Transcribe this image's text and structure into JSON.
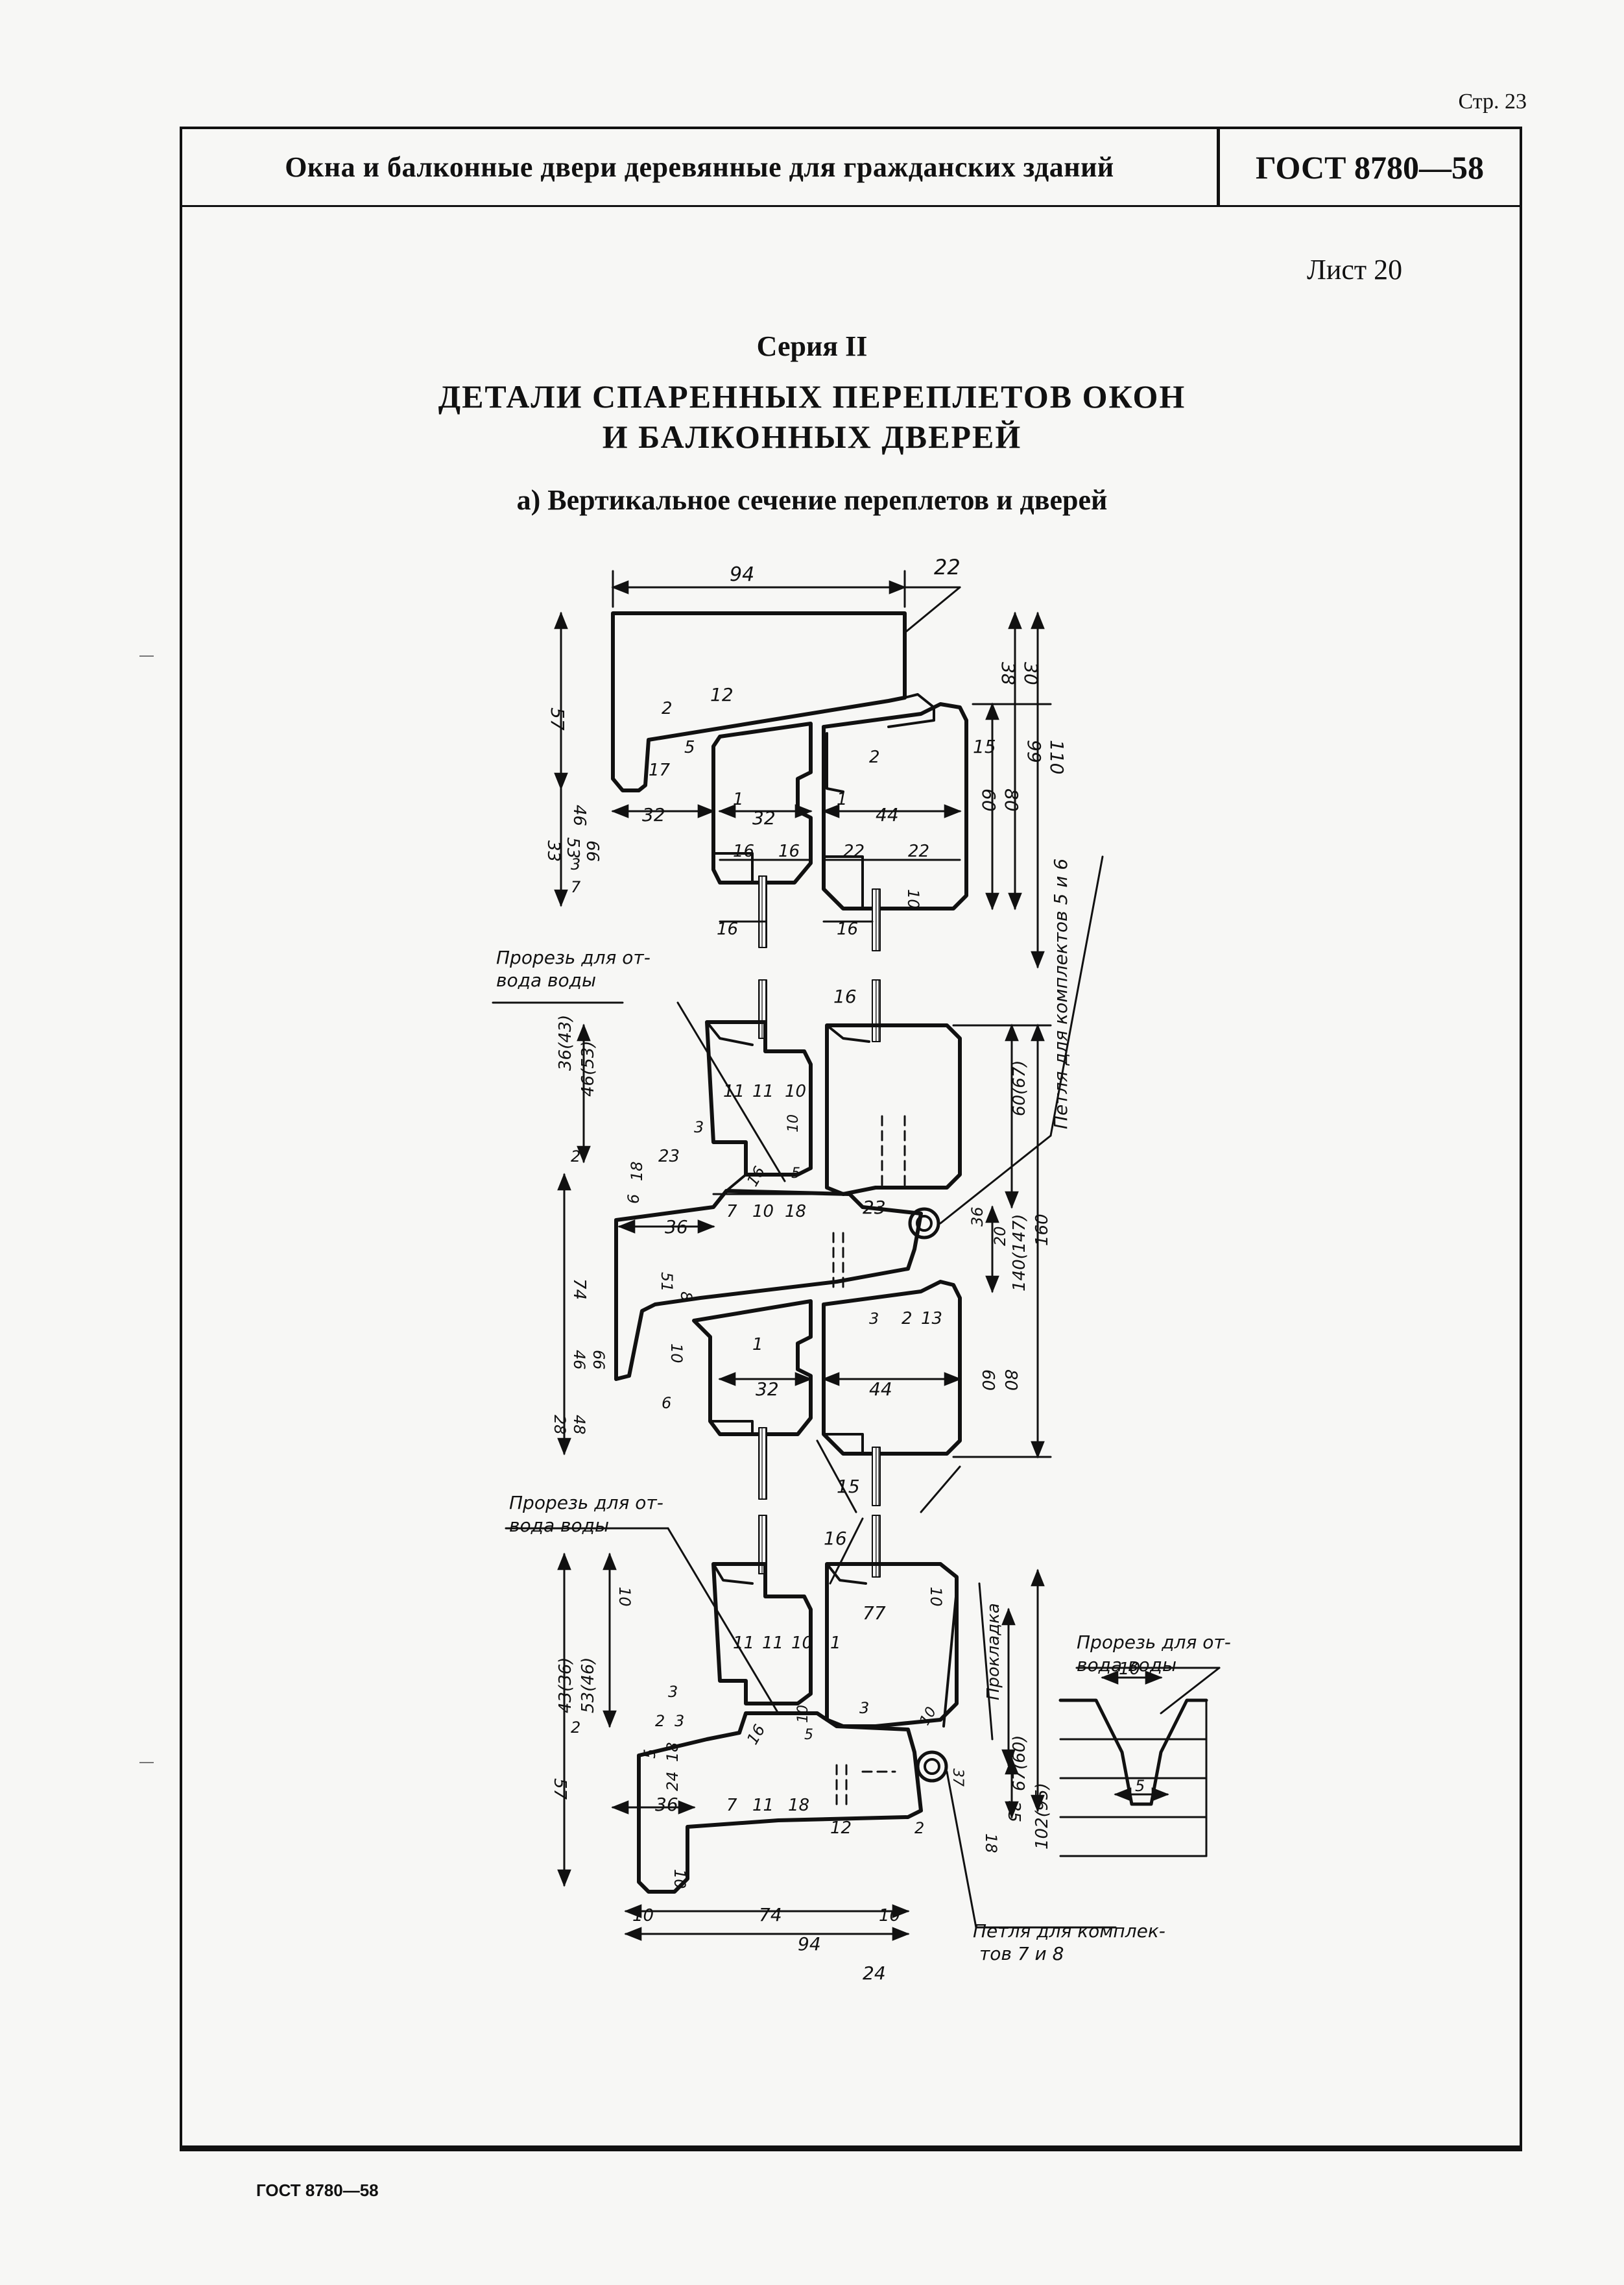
{
  "page": {
    "page_number": "Стр. 23",
    "header_title": "Окна и балконные двери деревянные для гражданских зданий",
    "header_code": "ГОСТ 8780—58",
    "sheet": "Лист 20",
    "series": "Серия II",
    "title_line1": "ДЕТАЛИ СПАРЕННЫХ ПЕРЕПЛЕТОВ ОКОН",
    "title_line2": "И БАЛКОННЫХ ДВЕРЕЙ",
    "subtitle": "а) Вертикальное сечение переплетов и дверей",
    "footer": "ГОСТ 8780—58"
  },
  "drawing": {
    "notes": {
      "water_slot_1_a": "Прорезь для от-",
      "water_slot_1_b": "вода воды",
      "water_slot_2_a": "Прорезь для от-",
      "water_slot_2_b": "вода воды",
      "water_slot_3_a": "Прорезь для от-",
      "water_slot_3_b": "вода воды",
      "hinge_1": "Петля для комплектов 5 и 6",
      "hinge_2_a": "Петля для комплек-",
      "hinge_2_b": "тов 7 и 8",
      "gasket": "Прокладка"
    },
    "dims_top": {
      "d94": "94",
      "d22": "22",
      "d38": "38",
      "d30": "30",
      "d57": "57",
      "d12": "12",
      "d2a": "2",
      "d5": "5",
      "d17": "17",
      "d2b": "2",
      "d15": "15",
      "d1a": "1",
      "d1b": "1",
      "d60": "60",
      "d80": "80",
      "d99": "99",
      "d110": "110",
      "d32a": "32",
      "d32b": "32",
      "d44": "44",
      "d46": "46",
      "d53": "53",
      "d66": "66",
      "d33": "33",
      "d16a": "16",
      "d16b": "16",
      "d22a": "22",
      "d22b": "22",
      "d3": "3",
      "d7": "7",
      "d16c": "16",
      "d16d": "16",
      "d10": "10"
    },
    "dims_mid": {
      "d16": "16",
      "d36_43": "36(43)",
      "d46_53": "46(53)",
      "d11a": "11",
      "d11b": "11",
      "d10a": "10",
      "d60_67": "60(67)",
      "d2": "2",
      "d3": "3",
      "d10v": "10",
      "d16v": "16",
      "d5v": "5",
      "d6": "6",
      "d18": "18",
      "d23a": "23",
      "d7": "7",
      "d10b": "10",
      "d18b": "18",
      "d23b": "23",
      "d36a": "36",
      "d36b": "36",
      "d20": "20",
      "d140_147": "140(147)",
      "d160": "160",
      "d74": "74",
      "d51": "51",
      "d8": "8",
      "d3b": "3",
      "d2b": "2",
      "d13": "13",
      "d10c": "10",
      "d1": "1",
      "d46": "46",
      "d66": "66",
      "d32": "32",
      "d44": "44",
      "d60": "60",
      "d80": "80",
      "d28": "28",
      "d48": "48",
      "d6b": "6",
      "d15": "15"
    },
    "dims_bot": {
      "d16": "16",
      "d10a": "10",
      "d10b": "10",
      "d77": "77",
      "d43_36": "43(36)",
      "d53_46": "53(46)",
      "d2a": "2",
      "d3a": "3",
      "d11a": "11",
      "d11b": "11",
      "d10c": "10",
      "d1": "1",
      "d67_60": "67(60)",
      "d102_95": "102(95)",
      "d2b": "2",
      "d3b": "3",
      "d5": "5",
      "d18": "18",
      "d16v": "16",
      "d10v": "10",
      "d5b": "5",
      "d10d": "10",
      "d3c": "3",
      "d57": "57",
      "d24": "24",
      "d36": "36",
      "d7": "7",
      "d11c": "11",
      "d18b": "18",
      "d12": "12",
      "d2c": "2",
      "d37": "37",
      "d35": "35",
      "d18c": "18",
      "d10e": "10",
      "d10f": "10",
      "d74": "74",
      "d10g": "10",
      "d94": "94",
      "d24b": "24",
      "slot_10": "10",
      "slot_5": "5"
    }
  }
}
